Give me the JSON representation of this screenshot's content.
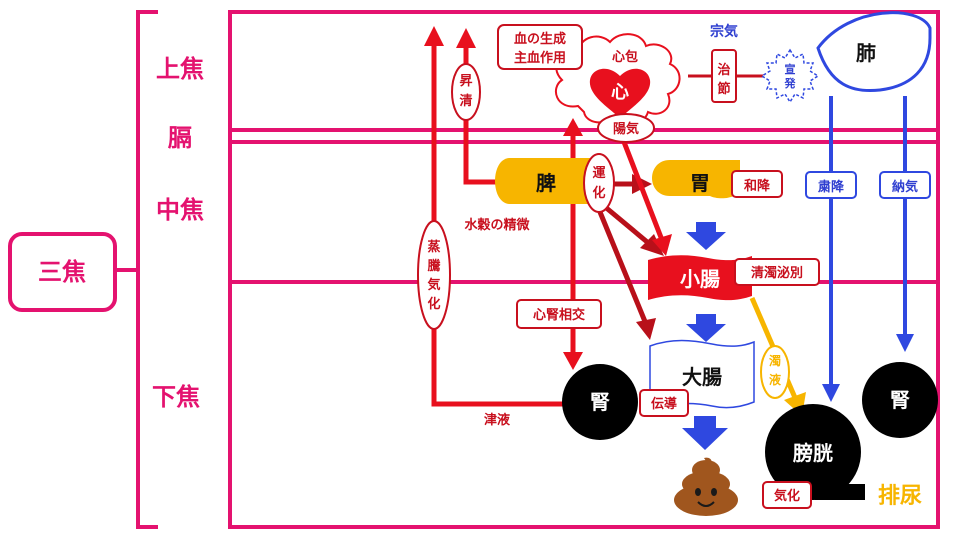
{
  "sanshou": {
    "main": "三焦",
    "upper": "上焦",
    "membrane": "膈",
    "middle": "中焦",
    "lower": "下焦"
  },
  "organs": {
    "lung": "肺",
    "heart": "心",
    "pericardium": "心包",
    "spleen": "脾",
    "stomach": "胃",
    "small_intestine": "小腸",
    "large_intestine": "大腸",
    "kidney_left": "腎",
    "kidney_right": "腎",
    "bladder": "膀胱"
  },
  "labels": {
    "blood_production_l1": "血の生成",
    "blood_production_l2": "主血作用",
    "zongqi": "宗気",
    "regulate_l1": "治",
    "regulate_l2": "節",
    "disperse_l1": "宣",
    "disperse_l2": "発",
    "ascend_clear_l1": "昇",
    "ascend_clear_l2": "清",
    "yang_qi": "陽気",
    "transport_l1": "運",
    "transport_l2": "化",
    "harmonize_descend": "和降",
    "purify_descend": "粛降",
    "receive_qi": "納気",
    "essence": "水穀の精微",
    "steam_1": "蒸",
    "steam_2": "騰",
    "steam_3": "気",
    "steam_4": "化",
    "separate": "清濁泌別",
    "heart_kidney": "心腎相交",
    "turbid_1": "濁",
    "turbid_2": "液",
    "conduct": "伝導",
    "body_fluid": "津液",
    "qi_transform": "気化",
    "urination": "排尿"
  },
  "colors": {
    "pink": "#e4126f",
    "red": "#e8101e",
    "darkred": "#c8101e",
    "orange": "#f7b500",
    "blue": "#2f48e0",
    "black": "#000000",
    "brown": "#a0561e"
  }
}
